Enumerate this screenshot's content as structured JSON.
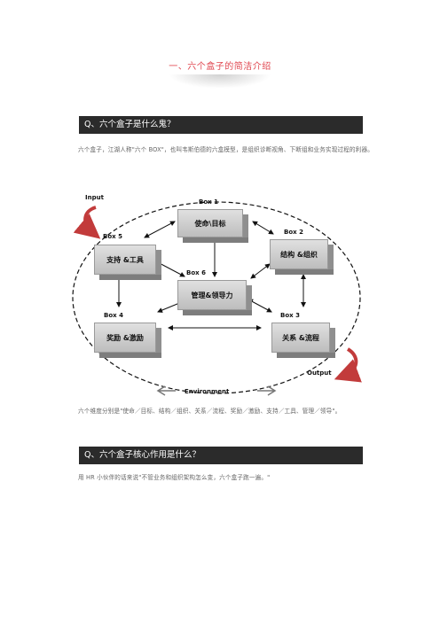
{
  "section_title": "一、六个盒子的简洁介绍",
  "q1": "Q、六个盒子是什么鬼？",
  "p1": "六个盒子，江湖人称\"六个 BOX\"，也叫韦斯伯德的六盒模型，是组织诊断视角、下断组和业务实现过程的利器。",
  "diagram": {
    "input_label": "Input",
    "output_label": "Output",
    "environment_label": "Environment",
    "boxes": [
      {
        "id": "box1",
        "label": "Box 1",
        "text": "使命\\目标"
      },
      {
        "id": "box2",
        "label": "Box 2",
        "text": "结构 &组织"
      },
      {
        "id": "box3",
        "label": "Box 3",
        "text": "关系 &流程"
      },
      {
        "id": "box4",
        "label": "Box 4",
        "text": "奖励 &激励"
      },
      {
        "id": "box5",
        "label": "Box 5",
        "text": "支持 &工具"
      },
      {
        "id": "box6",
        "label": "Box 6",
        "text": "管理&领导力"
      }
    ]
  },
  "p2": "六个维度分别是\"使命／目标、结构／组织、关系／流程、奖励／激励、支持／工具、管理／领导\"。",
  "q2": "Q、六个盒子核心作用是什么？",
  "p3": "用 HR 小伙伴的话来说\"不管业务和组织架构怎么变，六个盒子跑一遍。\"",
  "colors": {
    "title": "#e0464f",
    "question_bar": "#2b2b2b",
    "box": "#c9c9c9"
  }
}
